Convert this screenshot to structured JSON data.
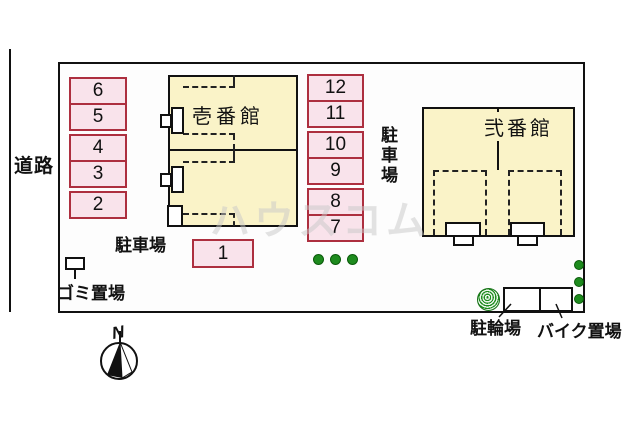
{
  "road": {
    "label": "道路"
  },
  "site": {
    "parking_left": {
      "label": "駐車場",
      "spaces": [
        "6",
        "5",
        "4",
        "3",
        "2"
      ]
    },
    "parking_mid": {
      "label": "駐車場",
      "spaces": [
        "12",
        "11",
        "10",
        "9",
        "8",
        "7"
      ]
    },
    "parking_space_1": "1",
    "building_1": {
      "name": "壱番館"
    },
    "building_2": {
      "name": "弐番館"
    },
    "garbage_area": {
      "label": "ゴミ置場"
    },
    "bicycle_parking": {
      "label": "駐輪場"
    },
    "motorcycle_parking": {
      "label": "バイク置場"
    }
  },
  "compass": {
    "label": "N"
  },
  "watermark": {
    "text": "ハウスコム"
  },
  "colors": {
    "parking_fill": "#F9E3EB",
    "parking_border": "#AD2F3F",
    "building_fill": "#FAF3C8",
    "outline": "#111111",
    "tree_green": "#1E8B1E",
    "watermark_gray": "#C9C9C9"
  }
}
